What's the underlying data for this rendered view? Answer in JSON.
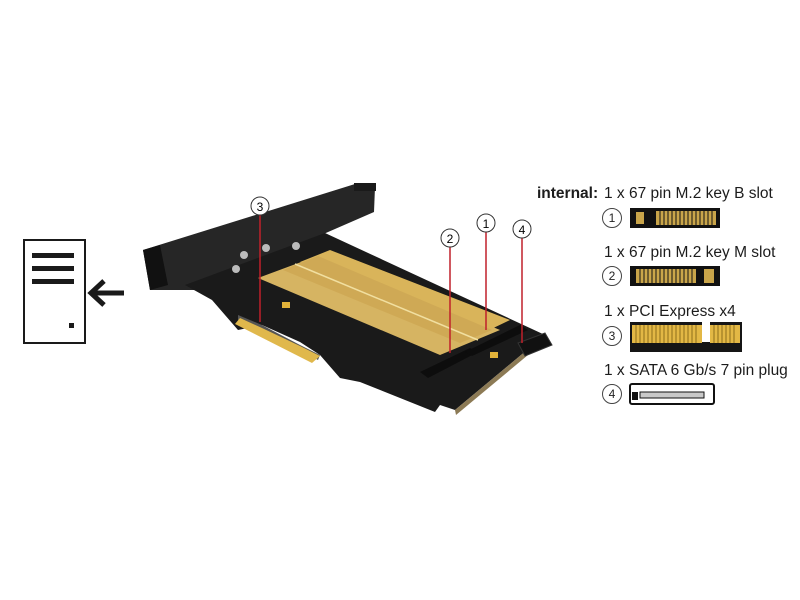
{
  "legend": {
    "heading": "internal:",
    "items": [
      {
        "number": "1",
        "text": "1 x 67 pin M.2 key B slot"
      },
      {
        "number": "2",
        "text": "1 x 67 pin M.2 key M slot"
      },
      {
        "number": "3",
        "text": "1 x PCI Express x4"
      },
      {
        "number": "4",
        "text": "1 x SATA 6 Gb/s 7 pin plug"
      }
    ]
  },
  "callouts": [
    "1",
    "2",
    "3",
    "4"
  ],
  "icons": {
    "document": "document-icon",
    "arrow": "arrow-left-icon"
  },
  "colors": {
    "pcb": "#1a1a1a",
    "gold": "#d9b45a",
    "bracket": "#222222",
    "leader": "#c0202a",
    "text": "#1c1c1c"
  }
}
